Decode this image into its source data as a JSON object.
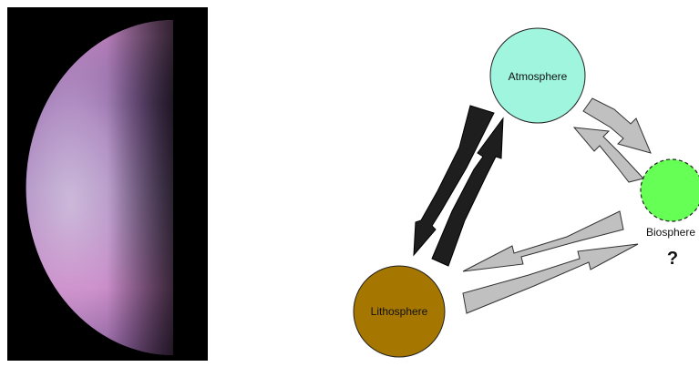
{
  "diagram": {
    "nodes": {
      "atmosphere": {
        "label": "Atmosphere",
        "color": "#9ff5dd"
      },
      "lithosphere": {
        "label": "Lithosphere",
        "color": "#a57600"
      },
      "biosphere": {
        "label": "Biosphere",
        "color": "#66ff55",
        "question": "?"
      }
    },
    "arrow_colors": {
      "atmosphere_lithosphere": "#1e1e1e",
      "biosphere_links": "#c0c0c0"
    }
  }
}
